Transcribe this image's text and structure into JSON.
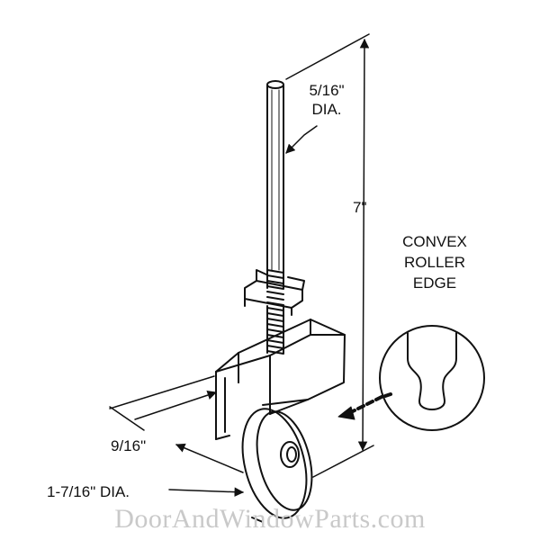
{
  "labels": {
    "rod_diameter_line1": "5/16\"",
    "rod_diameter_line2": "DIA.",
    "overall_height": "7\"",
    "convex_line1": "CONVEX",
    "convex_line2": "ROLLER",
    "convex_line3": "EDGE",
    "wheel_width": "9/16\"",
    "wheel_diameter": "1-7/16\" DIA."
  },
  "watermark": "DoorAndWindowParts.com",
  "colors": {
    "line": "#111111",
    "watermark": "#c9c9c9",
    "background": "#ffffff"
  }
}
